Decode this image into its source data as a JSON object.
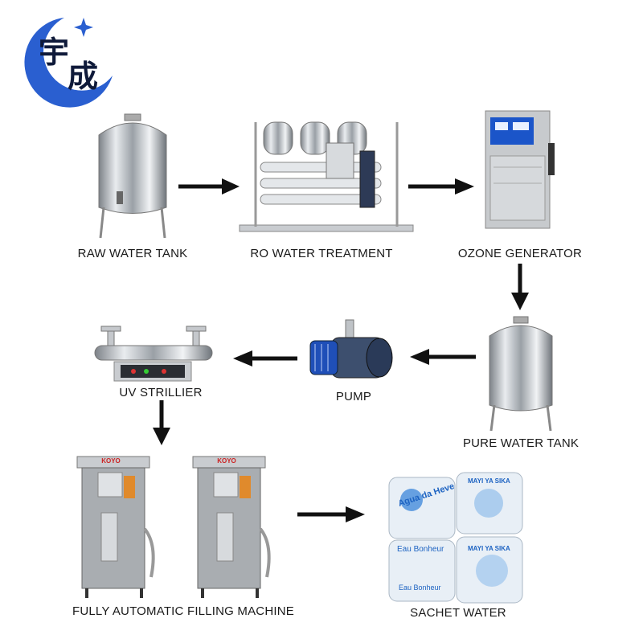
{
  "logo": {
    "chars": [
      "宇",
      "成"
    ],
    "accent": "#2a5fd0"
  },
  "stages": [
    {
      "label": "RAW WATER TANK"
    },
    {
      "label": "RO WATER TREATMENT"
    },
    {
      "label": "OZONE GENERATOR"
    },
    {
      "label": "PURE WATER TANK"
    },
    {
      "label": "PUMP"
    },
    {
      "label": "UV STRILLIER"
    },
    {
      "label": "FULLY AUTOMATIC FILLING MACHINE"
    },
    {
      "label": "SACHET WATER"
    }
  ],
  "machine_brand": "KOYO",
  "sachet_texts": [
    "Agua da Heve",
    "MAYI YA SIKA",
    "Eau Bonheur",
    "MAYI YA SIKA",
    "Eau Bonheur"
  ],
  "colors": {
    "arrow": "#111111",
    "steel": "#b9bdc2",
    "pump_blue": "#1f4fb8",
    "ozone_blue": "#1b55c9"
  }
}
